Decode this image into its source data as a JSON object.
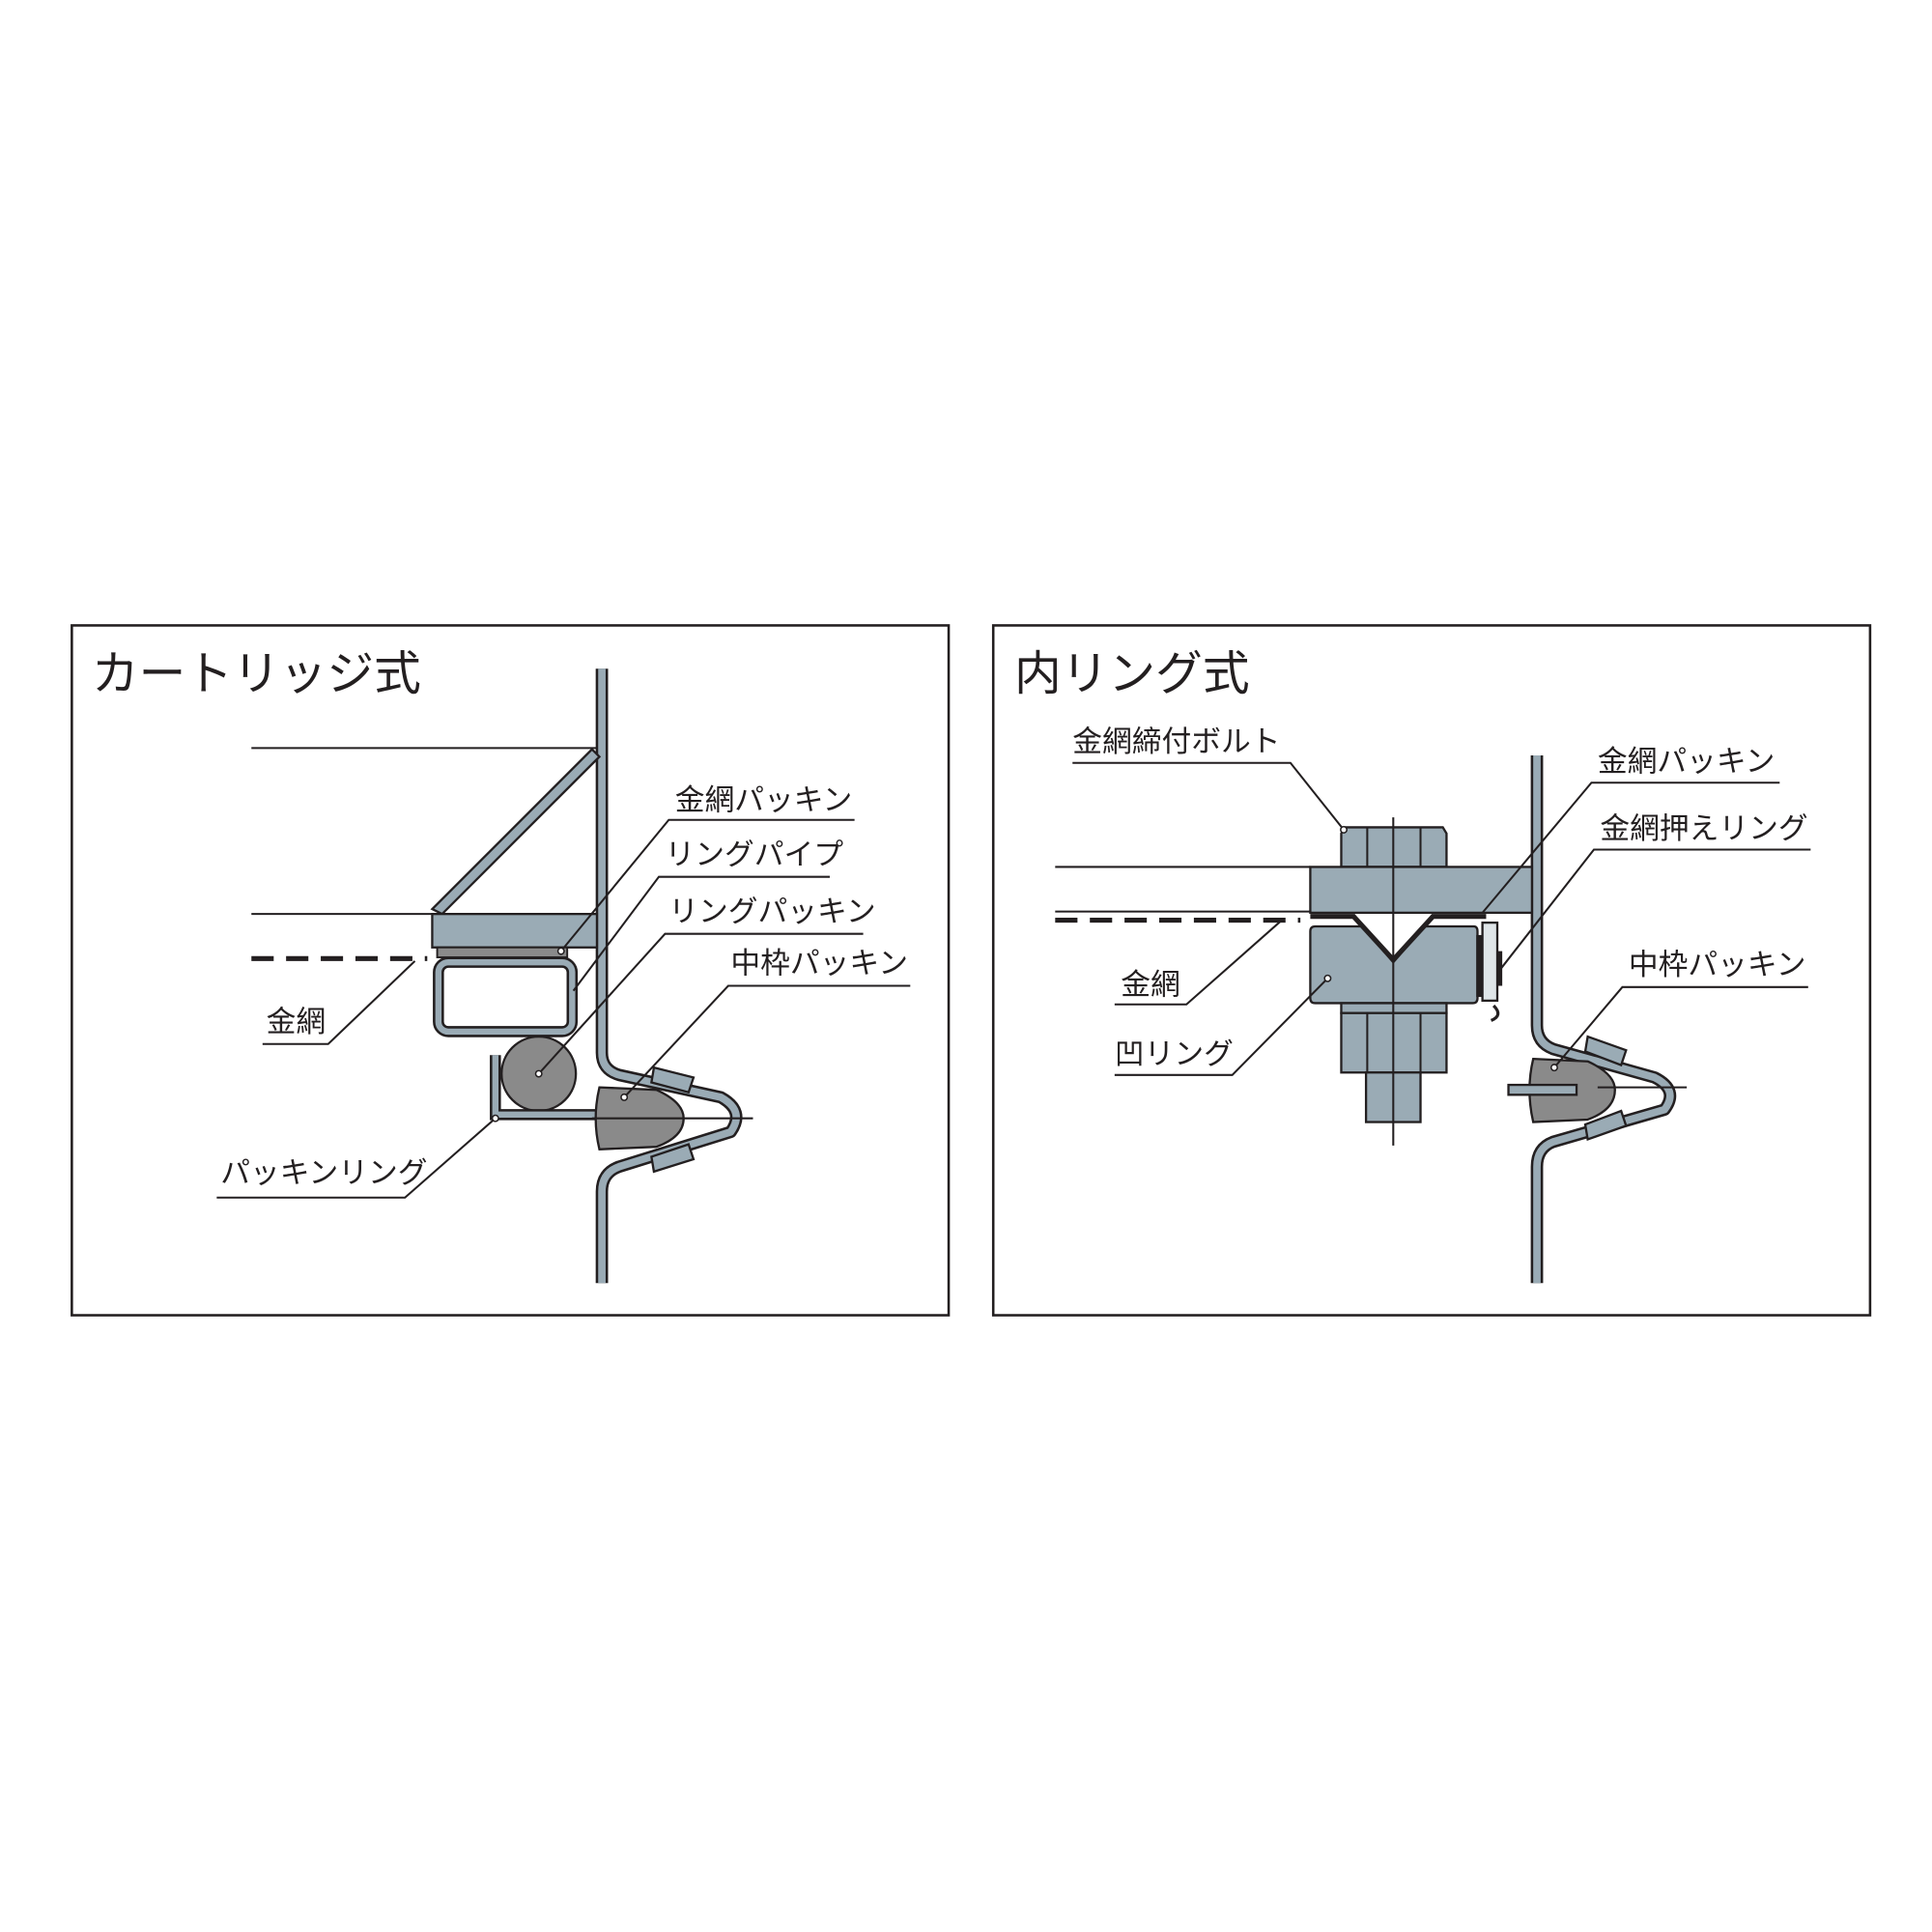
{
  "panels": [
    {
      "title": "カートリッジ式",
      "labels": {
        "mesh_packing": "金網パッキン",
        "ring_pipe": "リングパイプ",
        "ring_packing": "リングパッキン",
        "frame_packing": "中枠パッキン",
        "mesh": "金網",
        "packing_ring": "パッキンリング"
      }
    },
    {
      "title": "内リング式",
      "labels": {
        "mesh_bolt": "金網締付ボルト",
        "mesh_packing": "金網パッキン",
        "mesh_press_ring": "金網押えリング",
        "frame_packing": "中枠パッキン",
        "mesh": "金網",
        "concave_ring": "凹リング"
      }
    }
  ],
  "colors": {
    "steel": "#9aabb5",
    "packing": "#8a8a8a",
    "ink": "#231f20"
  }
}
